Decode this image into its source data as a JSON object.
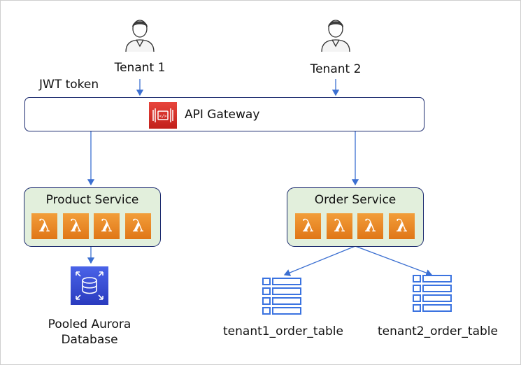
{
  "tenants": [
    {
      "label": "Tenant 1"
    },
    {
      "label": "Tenant 2"
    }
  ],
  "jwt_label": "JWT token",
  "gateway": {
    "label": "API Gateway"
  },
  "services": [
    {
      "title": "Product Service",
      "functions": [
        "λ",
        "λ",
        "λ",
        "λ"
      ]
    },
    {
      "title": "Order Service",
      "functions": [
        "λ",
        "λ",
        "λ",
        "λ"
      ]
    }
  ],
  "database": {
    "line1": "Pooled Aurora",
    "line2": "Database"
  },
  "tables": [
    {
      "label": "tenant1_order_table"
    },
    {
      "label": "tenant2_order_table"
    }
  ],
  "colors": {
    "border": "#1b2a6e",
    "arrow": "#3b6fd1",
    "service_fill": "#e2efdc",
    "lambda": "#e98b26",
    "api_gateway": "#d8302a",
    "aurora": "#3b50d6",
    "table_icon": "#3b73e0"
  }
}
